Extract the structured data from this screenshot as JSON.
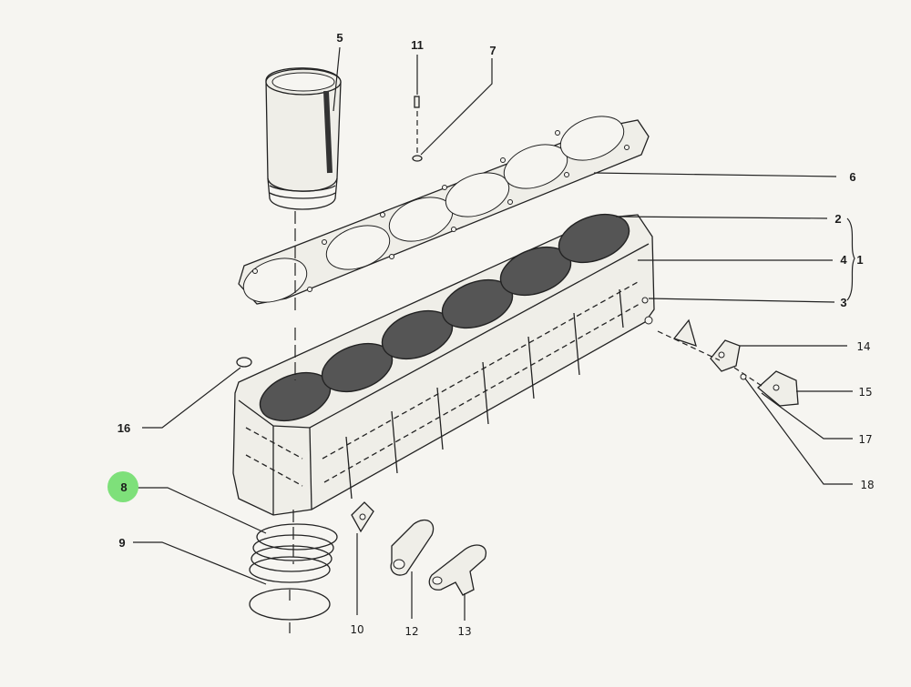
{
  "diagram": {
    "callouts": [
      {
        "id": "c1",
        "text": "1"
      },
      {
        "id": "c2",
        "text": "2"
      },
      {
        "id": "c3",
        "text": "3"
      },
      {
        "id": "c4",
        "text": "4"
      },
      {
        "id": "c5",
        "text": "5"
      },
      {
        "id": "c6",
        "text": "6"
      },
      {
        "id": "c7",
        "text": "7"
      },
      {
        "id": "c8",
        "text": "8",
        "highlighted": true
      },
      {
        "id": "c9",
        "text": "9"
      },
      {
        "id": "c10",
        "text": "10"
      },
      {
        "id": "c11",
        "text": "11"
      },
      {
        "id": "c12",
        "text": "12"
      },
      {
        "id": "c13",
        "text": "13"
      },
      {
        "id": "c14",
        "text": "14"
      },
      {
        "id": "c15",
        "text": "15"
      },
      {
        "id": "c16",
        "text": "16"
      },
      {
        "id": "c17",
        "text": "17"
      },
      {
        "id": "c18",
        "text": "18"
      }
    ],
    "highlight_color": "#7ee07a"
  }
}
